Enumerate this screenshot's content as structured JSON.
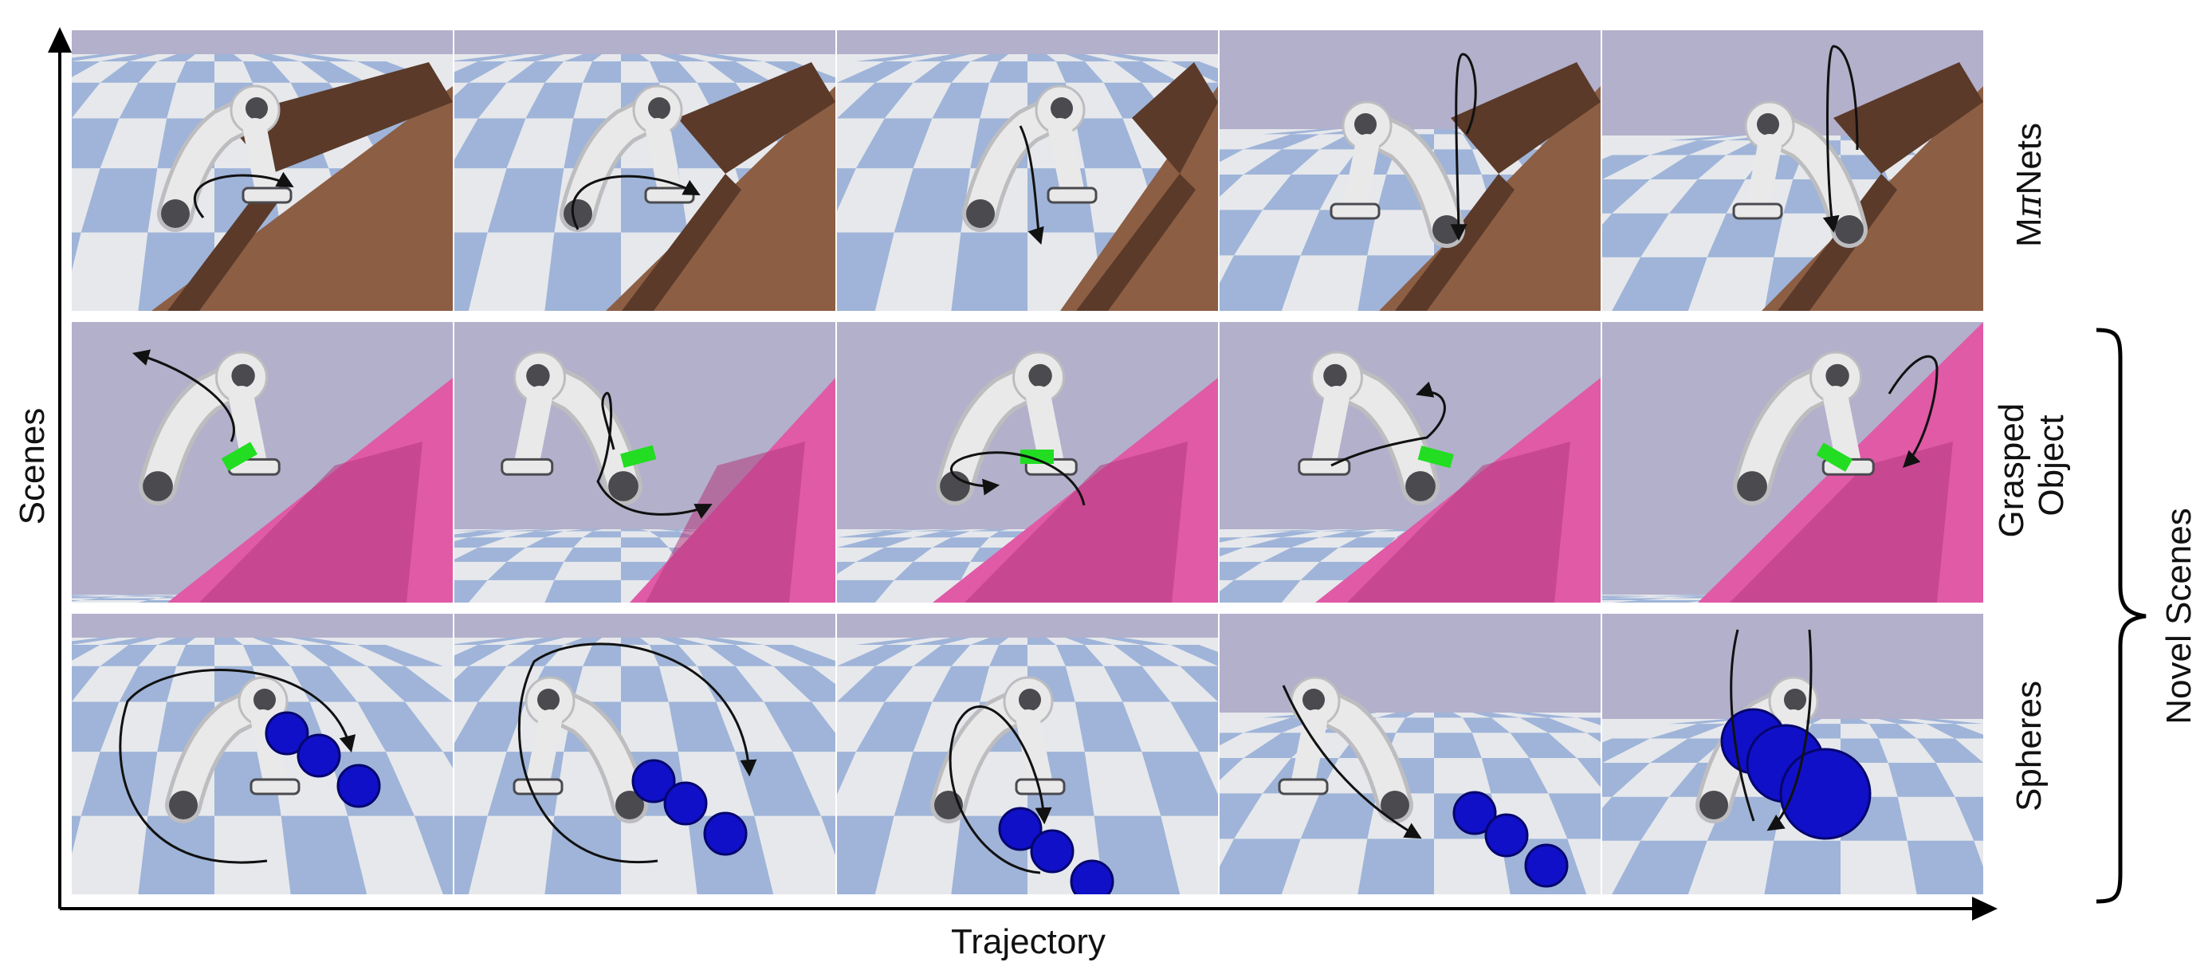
{
  "axes": {
    "x_label": "Trajectory",
    "y_label": "Scenes"
  },
  "rows": [
    {
      "id": "mpinets",
      "label_main": "M",
      "label_pi": "π",
      "label_tail": "Nets",
      "scene": "brown-shelf",
      "colors": {
        "obstacle_light": "#8c5e44",
        "obstacle_dark": "#5b3a29",
        "sky": "#b3b0cb",
        "floor_a": "#9fb4d8",
        "floor_b": "#e6e8ec"
      },
      "frames": 5
    },
    {
      "id": "grasped-object",
      "label_lines": [
        "Grasped",
        "Object"
      ],
      "scene": "pink-shelf",
      "colors": {
        "obstacle_light": "#e05aa6",
        "obstacle_dark": "#b2397d",
        "sky": "#b3b0cb",
        "floor_a": "#9fb4d8",
        "floor_b": "#e6e8ec",
        "grasped": "#22dd22"
      },
      "frames": 5
    },
    {
      "id": "spheres",
      "label_main": "Spheres",
      "scene": "blue-spheres",
      "colors": {
        "sphere": "#1010c8",
        "sphere_dark": "#05056e",
        "sky": "#b3b0cb",
        "floor_a": "#9fb4d8",
        "floor_b": "#e6e8ec"
      },
      "frames": 5
    }
  ],
  "group_label": "Novel Scenes",
  "group_members": [
    "grasped-object",
    "spheres"
  ],
  "robot_colors": {
    "body": "#e9e9ea",
    "shade": "#bdbdc0",
    "joint": "#4a4a4f"
  },
  "arrow_color": "#111111"
}
